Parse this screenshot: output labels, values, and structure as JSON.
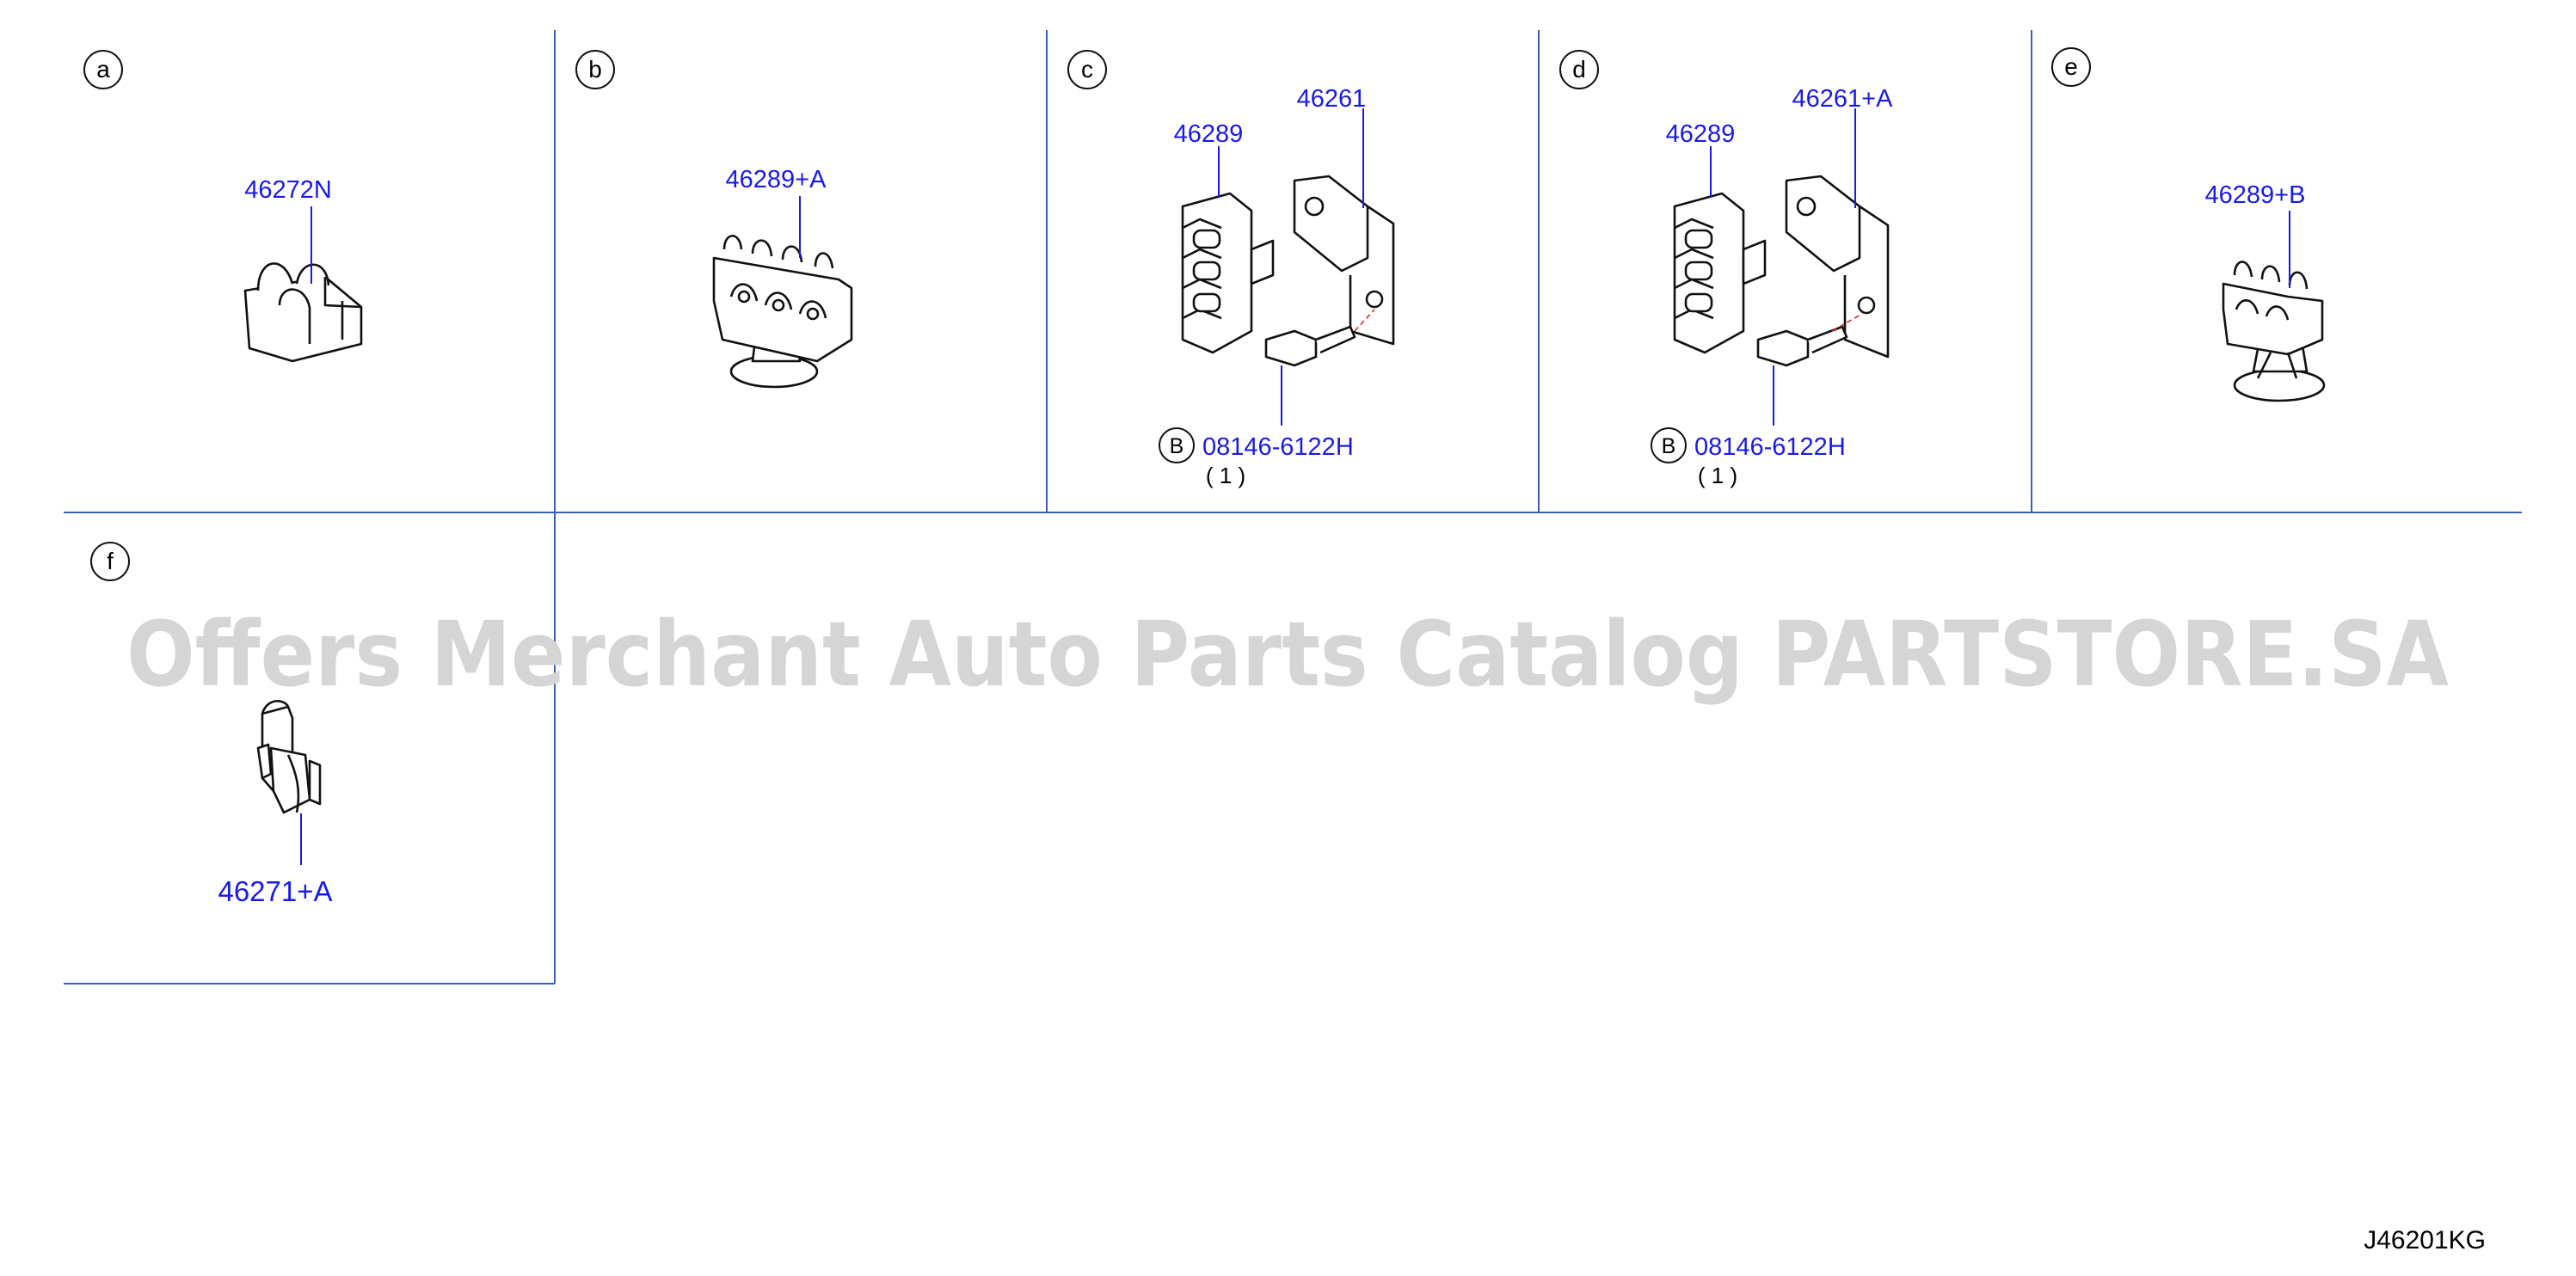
{
  "panels": [
    {
      "letter": "a",
      "parts": [
        "46272N"
      ]
    },
    {
      "letter": "b",
      "parts": [
        "46289+A"
      ]
    },
    {
      "letter": "c",
      "parts": [
        "46289",
        "46261"
      ],
      "bolt": {
        "ref": "B",
        "part": "08146-6122H",
        "qty": "( 1 )"
      }
    },
    {
      "letter": "d",
      "parts": [
        "46289",
        "46261+A"
      ],
      "bolt": {
        "ref": "B",
        "part": "08146-6122H",
        "qty": "( 1 )"
      }
    },
    {
      "letter": "e",
      "parts": [
        "46289+B"
      ]
    },
    {
      "letter": "f",
      "parts": [
        "46271+A"
      ]
    }
  ],
  "watermark": "Offers Merchant Auto Parts Catalog PARTSTORE.SA",
  "diagram_code": "J46201KG",
  "colors": {
    "part_number": "#1a1ae6",
    "frame": "#3b5fb4",
    "watermark": "#d5d5d5",
    "line": "#111111"
  }
}
